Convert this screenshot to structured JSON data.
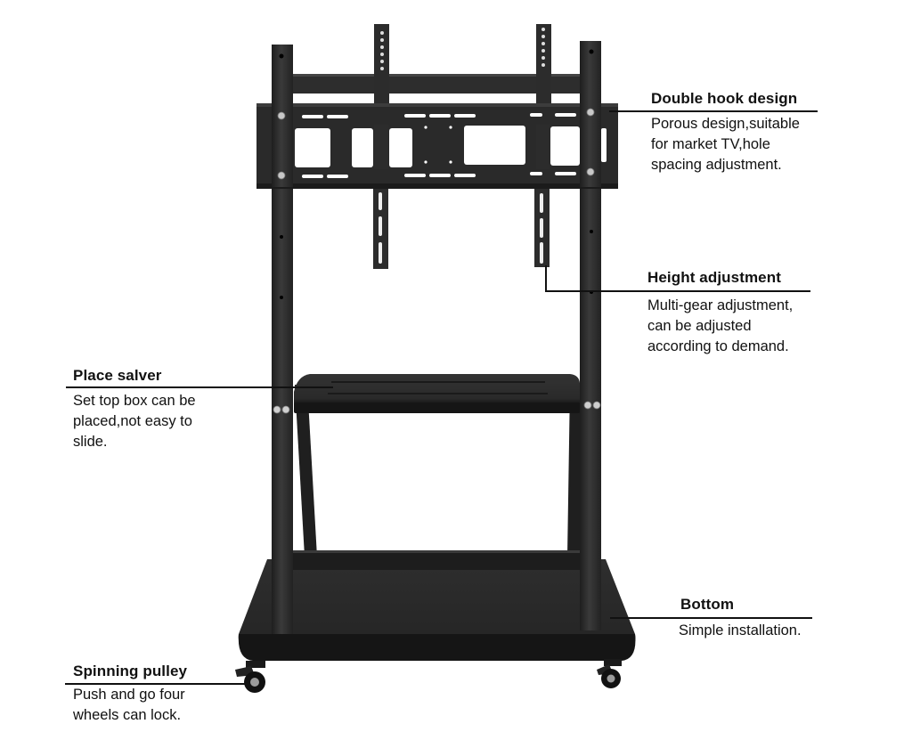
{
  "diagram": {
    "subject": "Mobile TV stand with adjustable mount",
    "colors": {
      "background": "#ffffff",
      "metal": "#2b2b2b",
      "metal_dark": "#1a1a1a",
      "metal_light": "#3c3c3c",
      "text": "#111111",
      "leader_line": "#111111"
    },
    "callouts": [
      {
        "id": "double-hook",
        "title": "Double hook design",
        "description": "Porous design,suitable\nfor market TV,hole\nspacing adjustment."
      },
      {
        "id": "height-adjustment",
        "title": "Height adjustment",
        "description": "Multi-gear adjustment,\ncan be adjusted\naccording to demand."
      },
      {
        "id": "place-salver",
        "title": "Place salver",
        "description": "Set top box can be\nplaced,not easy to\nslide."
      },
      {
        "id": "bottom",
        "title": "Bottom",
        "description": "Simple installation."
      },
      {
        "id": "spinning-pulley",
        "title": "Spinning pulley",
        "description": "Push and go four\nwheels can lock."
      }
    ]
  }
}
